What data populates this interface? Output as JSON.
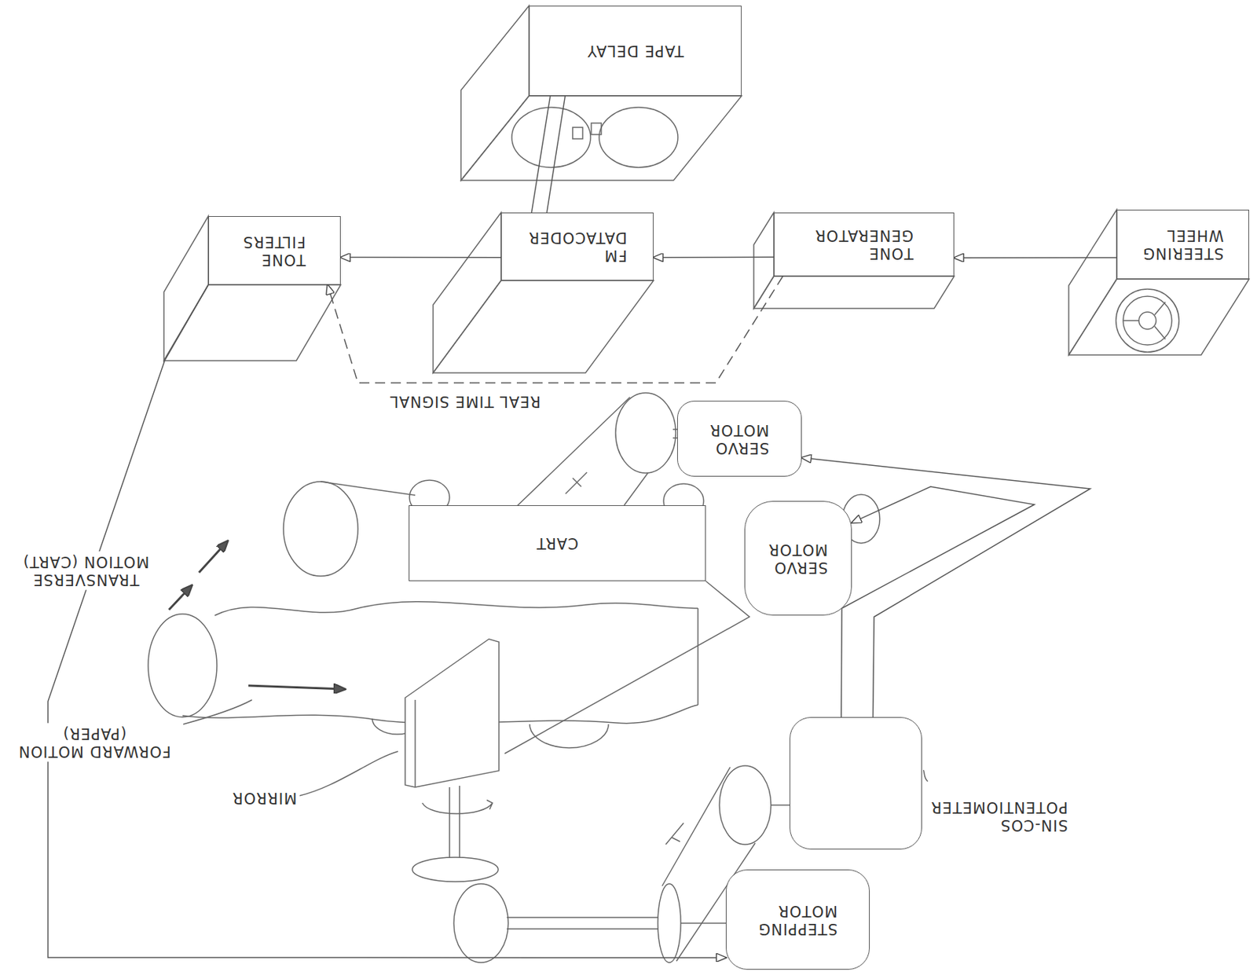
{
  "diagram": {
    "nodes": [
      {
        "text": [
          "TAPE DELAY"
        ]
      },
      {
        "text": [
          "TONE FILTERS"
        ]
      },
      {
        "text": [
          "FM DATACODER"
        ]
      },
      {
        "text": [
          "TONE GENERATOR"
        ]
      },
      {
        "text": [
          "STEERING WHEEL"
        ]
      },
      {
        "text": [
          "SERVO MOTOR"
        ]
      },
      {
        "text": [
          "CART"
        ]
      },
      {
        "text": [
          "SERVO MOTOR"
        ]
      },
      {
        "text": [
          "SIN-COS POTENTIOMETER"
        ]
      },
      {
        "text": [
          "STEPPING MOTOR"
        ]
      }
    ],
    "edges": [
      {
        "from": 4,
        "to": 3,
        "arrow": "to"
      },
      {
        "from": 3,
        "to": 2,
        "arrow": "to"
      },
      {
        "from": 2,
        "to": 1,
        "arrow": "to"
      },
      {
        "from": 2,
        "to": 0,
        "arrow": "none"
      },
      {
        "from": 2,
        "to": 0,
        "arrow": "none"
      },
      {
        "from": 3,
        "to": 1,
        "label": "REAL TIME SIGNAL",
        "arrow": "to"
      },
      {
        "from": 1,
        "to": 9,
        "arrow": "to"
      },
      {
        "from": 8,
        "to": 5,
        "arrow": "to"
      },
      {
        "from": 8,
        "to": 7,
        "arrow": "to"
      }
    ],
    "labels": [
      "TRANSVERSE MOTION (CART)",
      "FORWARD MOTION (PAPER)",
      "MIRROR"
    ]
  }
}
